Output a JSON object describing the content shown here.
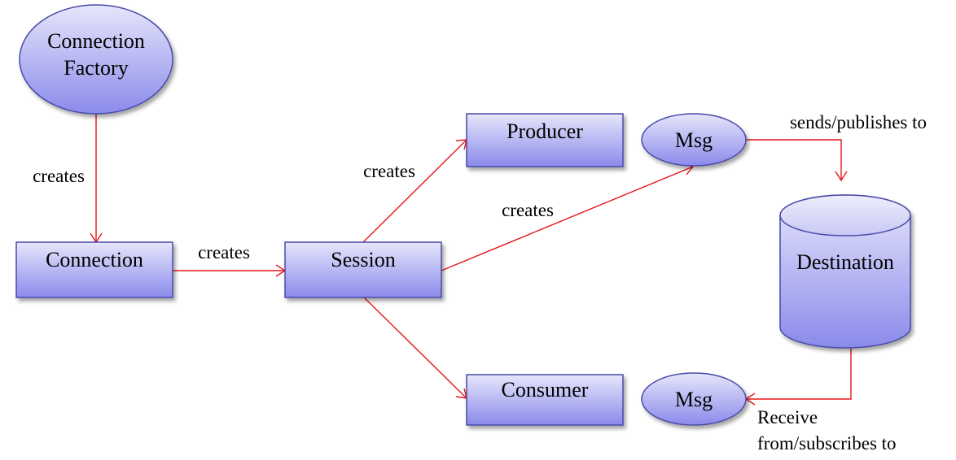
{
  "colors": {
    "node_fill_top": "#e6e6fb",
    "node_fill_bottom": "#8a8aeb",
    "node_stroke": "#4a4aa8",
    "edge": "#e8141a",
    "text": "#000000"
  },
  "nodes": {
    "connection_factory": {
      "line1": "Connection",
      "line2": "Factory",
      "shape": "ellipse"
    },
    "connection": {
      "label": "Connection",
      "shape": "rectangle"
    },
    "session": {
      "label": "Session",
      "shape": "rectangle"
    },
    "producer": {
      "label": "Producer",
      "shape": "rectangle"
    },
    "consumer": {
      "label": "Consumer",
      "shape": "rectangle"
    },
    "msg_send": {
      "label": "Msg",
      "shape": "ellipse"
    },
    "msg_receive": {
      "label": "Msg",
      "shape": "ellipse"
    },
    "destination": {
      "label": "Destination",
      "shape": "cylinder"
    }
  },
  "edges": {
    "factory_to_connection": {
      "label": "creates"
    },
    "connection_to_session": {
      "label": "creates"
    },
    "session_to_producer": {
      "label": "creates"
    },
    "session_to_msg": {
      "label": "creates"
    },
    "session_to_consumer": {
      "label": ""
    },
    "msg_to_destination": {
      "label": "sends/publishes to"
    },
    "destination_to_msg": {
      "line1": "Receive",
      "line2": "from/subscribes to"
    }
  }
}
